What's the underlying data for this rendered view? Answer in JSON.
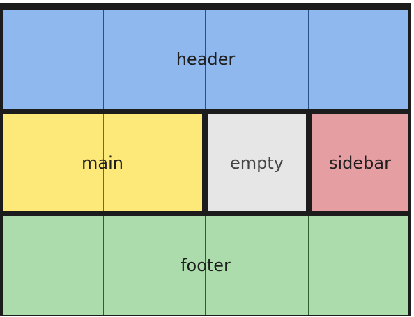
{
  "areas": {
    "header": {
      "label": "header"
    },
    "main": {
      "label": "main"
    },
    "empty": {
      "label": "empty"
    },
    "sidebar": {
      "label": "sidebar"
    },
    "footer": {
      "label": "footer"
    }
  },
  "colors": {
    "header": "#8fb9ee",
    "main": "#fde97a",
    "empty": "#e6e6e6",
    "sidebar": "#e59fa2",
    "footer": "#acdcac",
    "border": "#1c1c1c"
  }
}
